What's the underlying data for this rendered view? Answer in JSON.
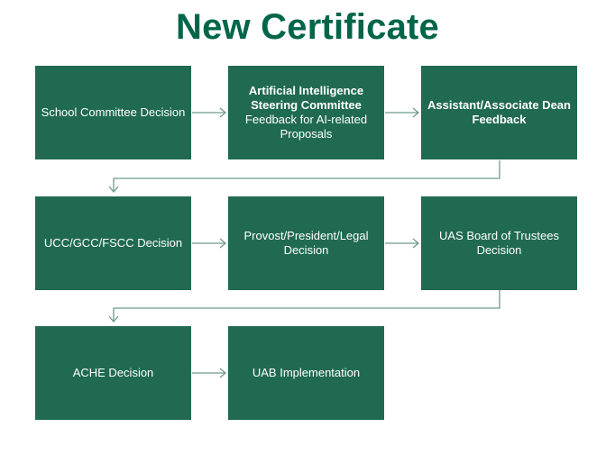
{
  "title": "New Certificate",
  "steps": [
    {
      "bold": "",
      "text": "School Committee Decision"
    },
    {
      "bold": "Artificial Intelligence Steering Committee",
      "text": "Feedback for AI-related Proposals"
    },
    {
      "bold": "Assistant/Associate Dean Feedback",
      "text": ""
    },
    {
      "bold": "",
      "text": "UCC/GCC/FSCC Decision"
    },
    {
      "bold": "",
      "text": "Provost/President/Legal Decision"
    },
    {
      "bold": "",
      "text": "UAS Board of Trustees Decision"
    },
    {
      "bold": "",
      "text": "ACHE Decision"
    },
    {
      "bold": "",
      "text": "UAB Implementation"
    }
  ],
  "colors": {
    "box": "#206a52",
    "title": "#00654a",
    "arrow": "#6f9c8a"
  }
}
